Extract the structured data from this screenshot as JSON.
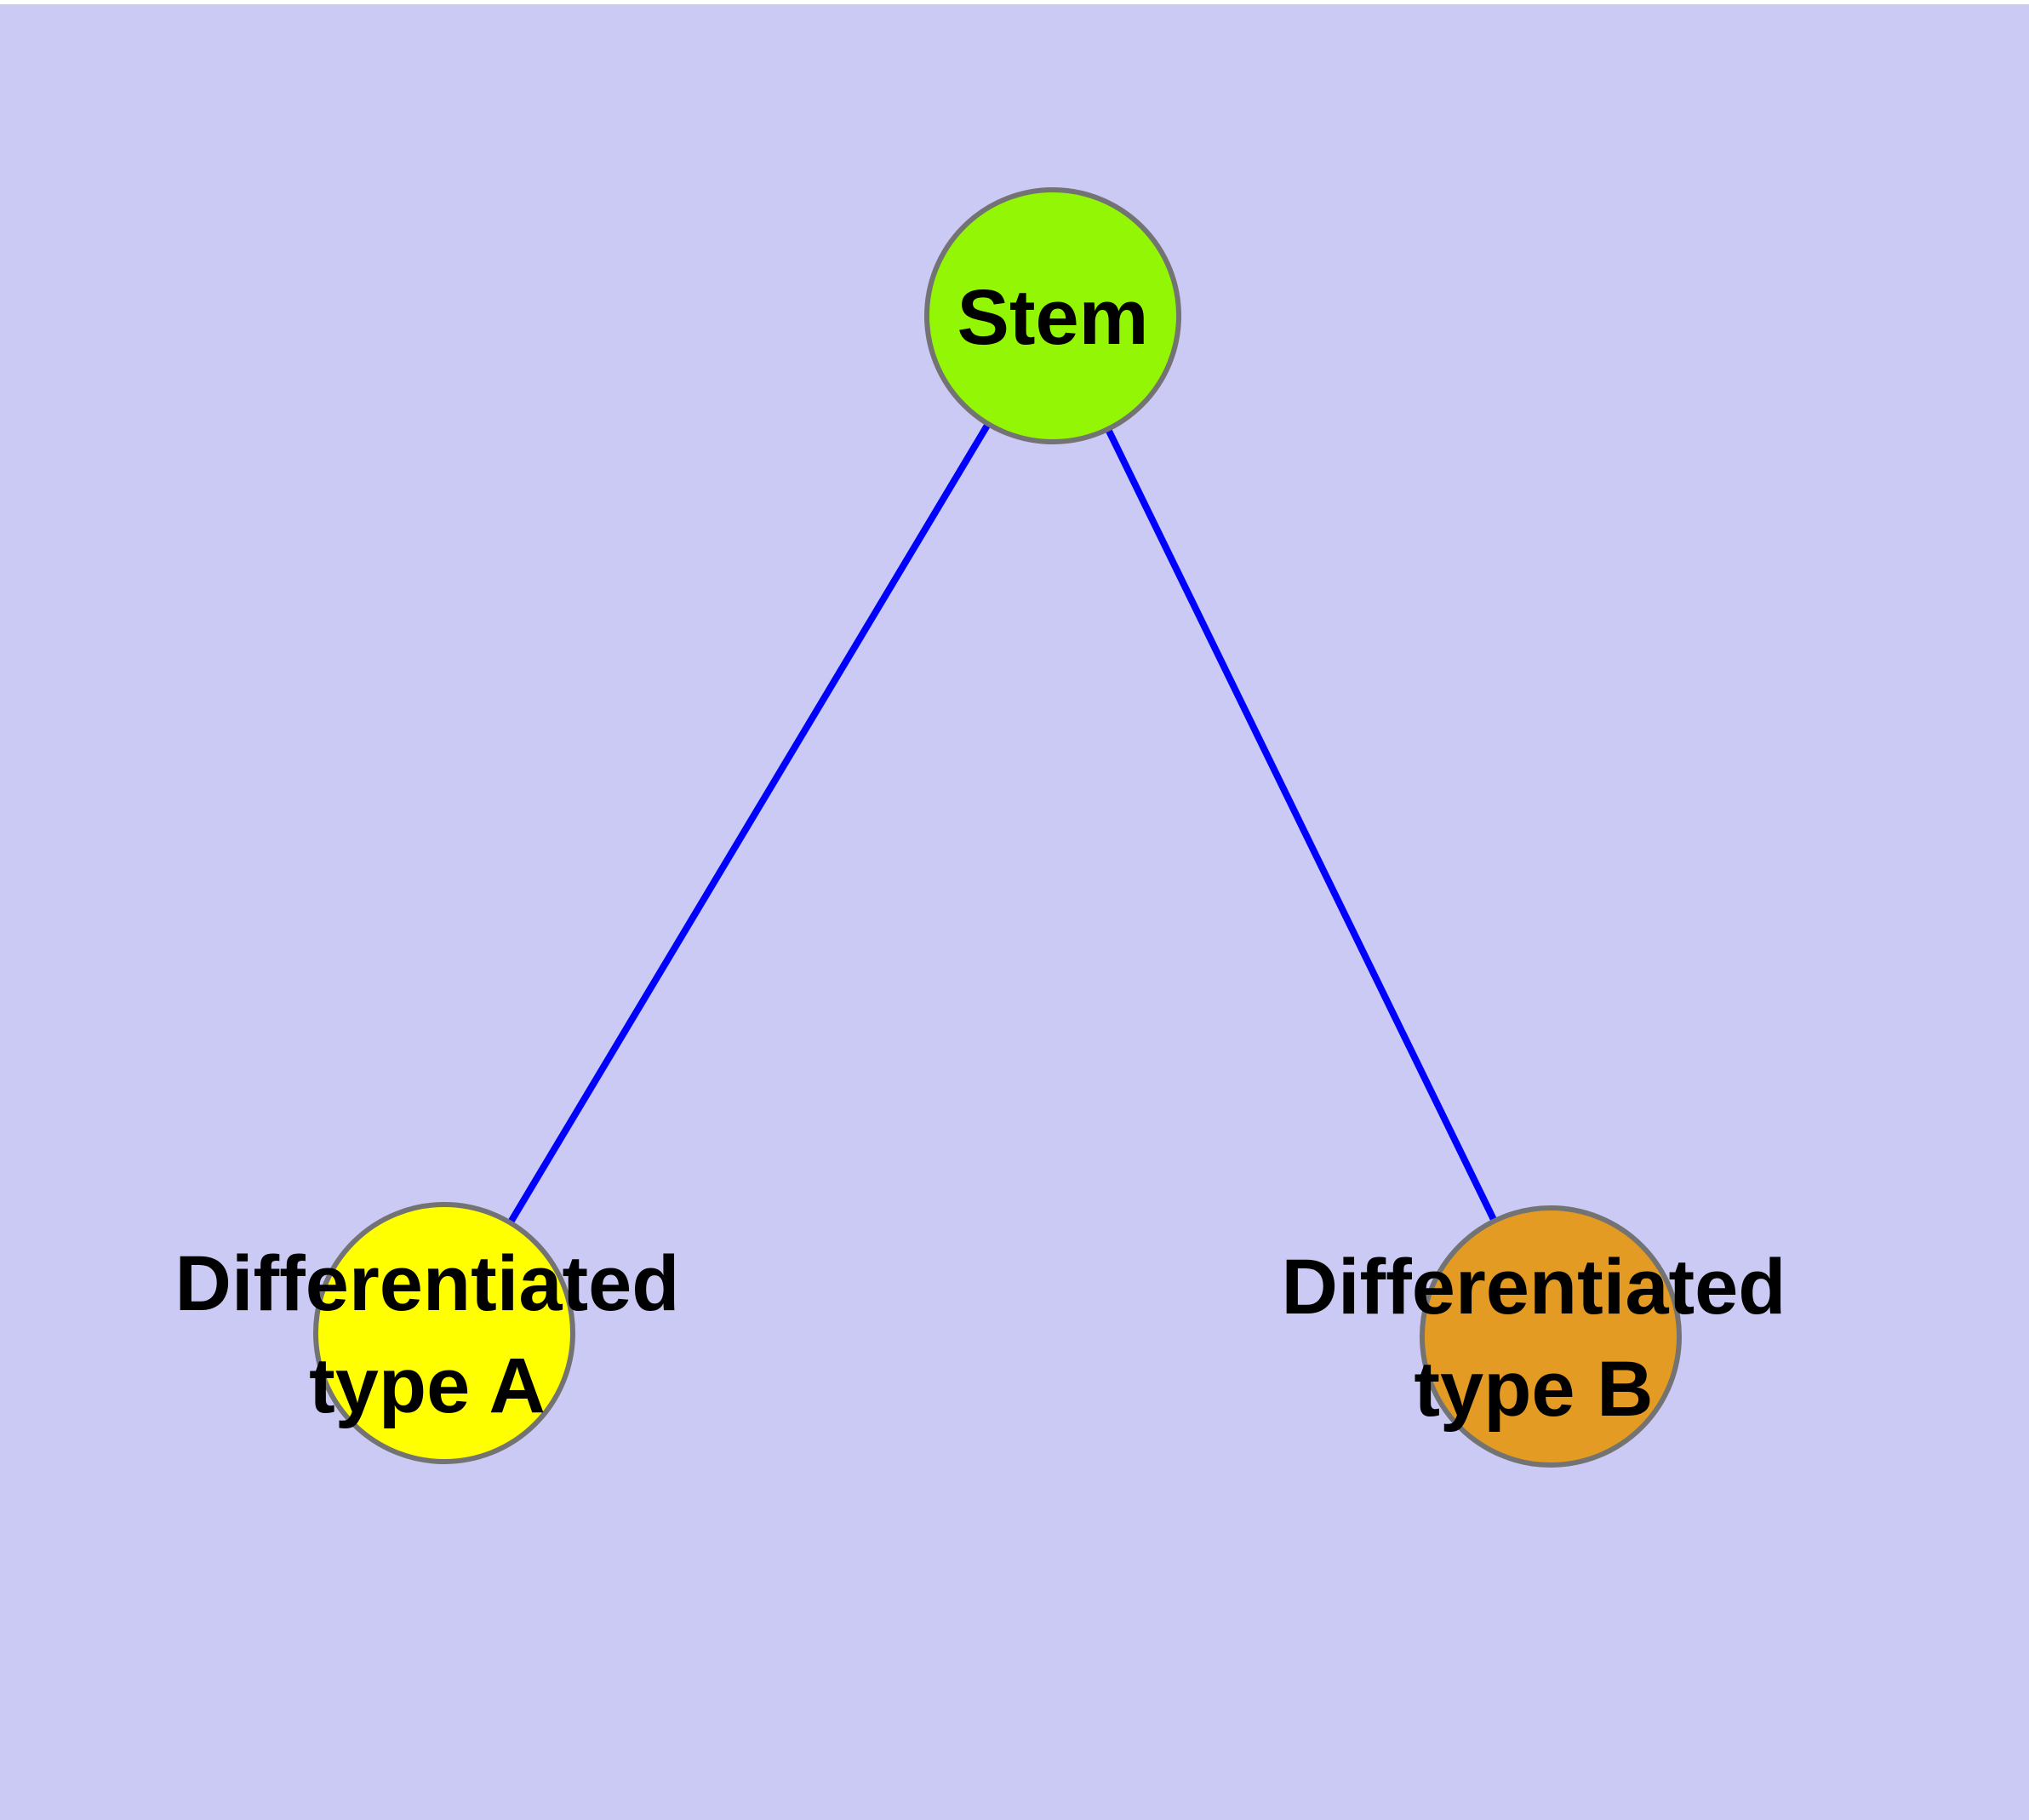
{
  "diagram": {
    "background_color": "#cacaf4",
    "top_margin_color": "#ffffff",
    "edge_color": "#0000ff",
    "node_border_color": "#737373",
    "label_color": "#000000",
    "nodes": {
      "stem": {
        "label": "Stem",
        "fill": "#93f605"
      },
      "type_a": {
        "label_line1": "Differentiated",
        "label_line2": "type A",
        "fill": "#ffff00"
      },
      "type_b": {
        "label_line1": "Differentiated",
        "label_line2": "type B",
        "fill": "#e49b23"
      }
    },
    "edges": [
      {
        "from": "Stem",
        "to": "Differentiated type A"
      },
      {
        "from": "Stem",
        "to": "Differentiated type B"
      }
    ]
  }
}
